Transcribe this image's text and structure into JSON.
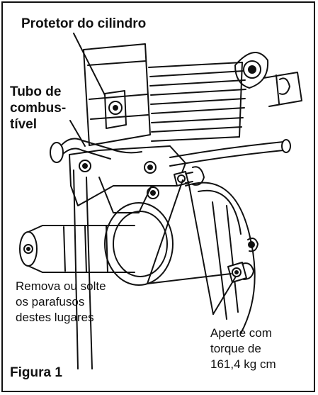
{
  "labels": {
    "cylinder_guard": "Protetor do cilindro",
    "fuel_tube": [
      "Tubo de",
      "combus-",
      "tível"
    ],
    "remove_screws": [
      "Remova ou solte",
      "os parafusos",
      "destes lugares"
    ],
    "tighten_torque": [
      "Aperte com",
      "torque de",
      "161,4 kg cm"
    ],
    "figure": "Figura 1"
  },
  "colors": {
    "ink": "#111111",
    "paper": "#ffffff"
  }
}
